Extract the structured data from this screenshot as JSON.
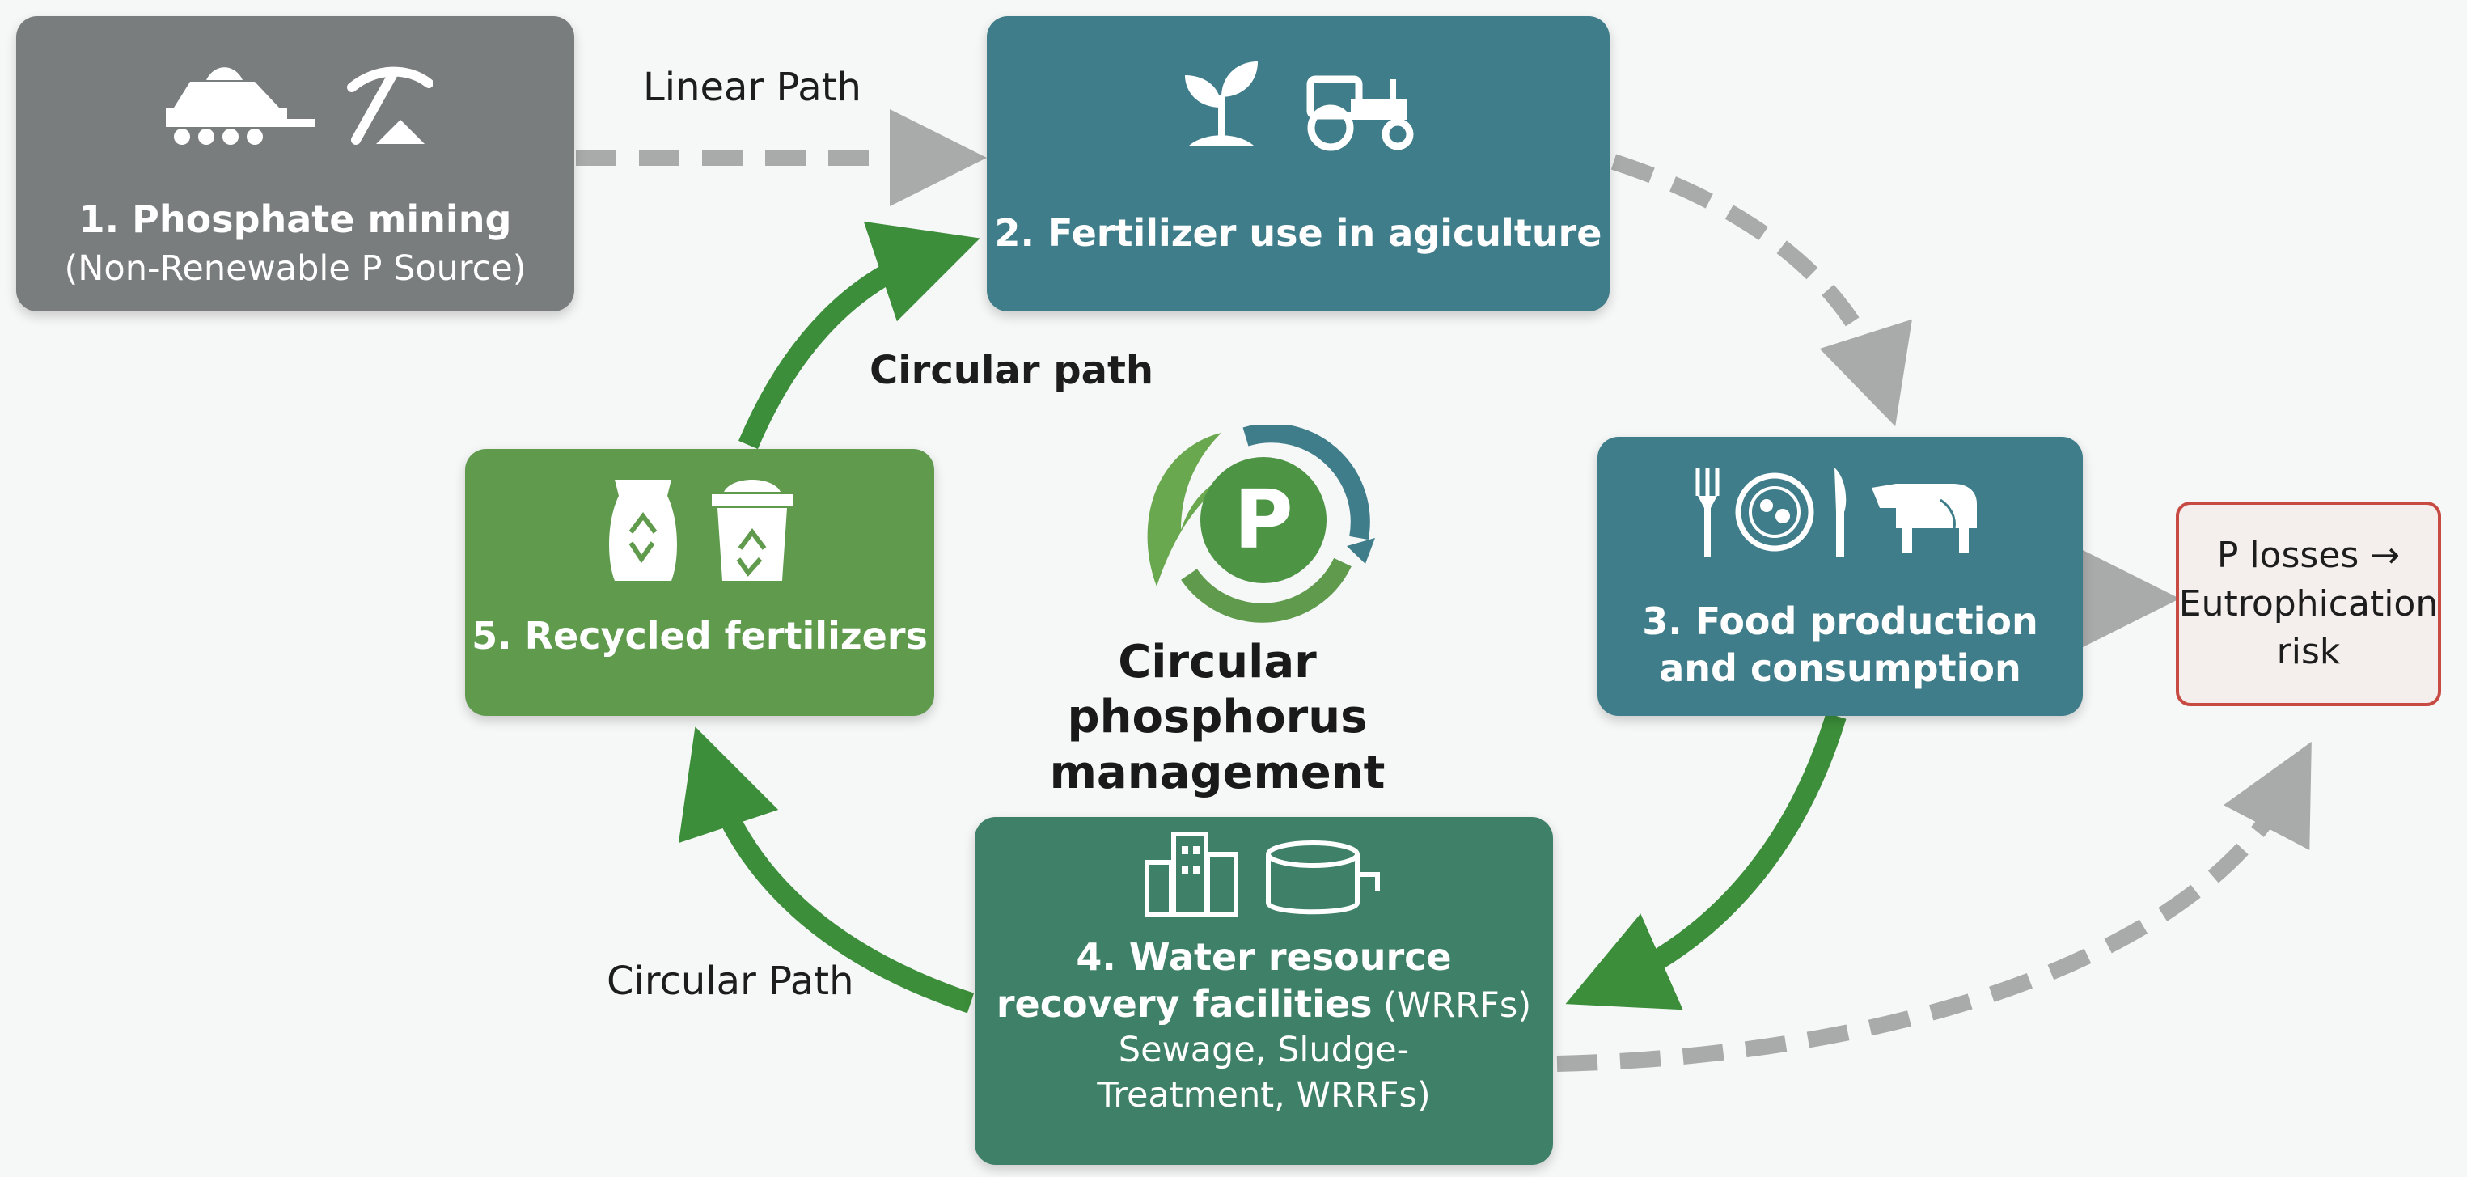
{
  "nodes": {
    "mining": {
      "title": "1. Phosphate mining",
      "subtitle": "(Non-Renewable P Source)",
      "icons": [
        "mining-machine-icon",
        "pickaxe-icon"
      ]
    },
    "fertilizer": {
      "title": "2. Fertilizer use in agiculture",
      "icons": [
        "plant-seedling-icon",
        "tractor-icon"
      ]
    },
    "food": {
      "title_line1": "3. Food production",
      "title_line2": "and consumption",
      "icons": [
        "fork-icon",
        "plate-icon",
        "knife-icon",
        "cow-icon",
        "calf-icon"
      ]
    },
    "wrrf": {
      "title_line1": "4. Water resource",
      "title_line2": "recovery facilities",
      "abbr": " (WRRFs)",
      "detail_line1": "Sewage, Sludge-",
      "detail_line2": "Treatment, WRRFs)",
      "icons": [
        "buildings-icon",
        "treatment-tank-icon"
      ]
    },
    "recycled": {
      "title": "5. Recycled fertilizers",
      "icons": [
        "recycle-sack-icon",
        "recycle-bin-icon"
      ]
    },
    "losses": {
      "line1": "P losses →",
      "line2": "Eutrophication",
      "line3": "risk"
    }
  },
  "center": {
    "logo_letter": "P",
    "line1": "Circular phosphorus",
    "line2": "management"
  },
  "labels": {
    "linear": "Linear Path",
    "circular_top": "Circular path",
    "circular_bottom": "Circular Path"
  },
  "colors": {
    "mining": "#7a7d7e",
    "agri_blue": "#3f7d8a",
    "wrrf_green": "#3f8168",
    "recycled_green": "#5f9a4d",
    "arrow_green": "#3c8e3a",
    "dash_gray": "#a9abab",
    "loss_border": "#c74a43"
  }
}
